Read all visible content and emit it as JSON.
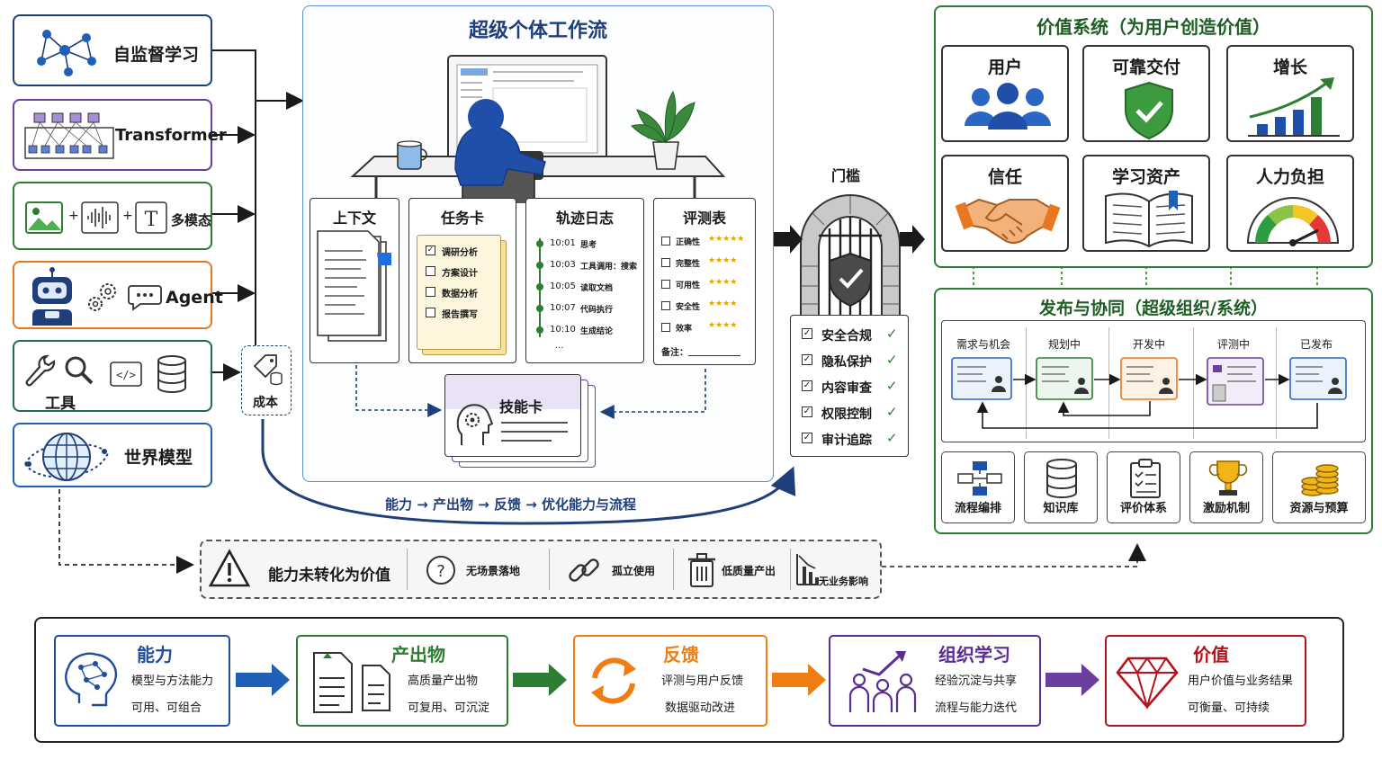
{
  "inputs": {
    "self_supervised": "自监督学习",
    "transformer": "Transformer",
    "multimodal": "多模态",
    "agent": "Agent",
    "tools": "工具",
    "world_model": "世界模型",
    "cost": "成本"
  },
  "workflow": {
    "title": "超级个体工作流",
    "context": {
      "title": "上下文"
    },
    "task_card": {
      "title": "任务卡",
      "items": [
        {
          "label": "调研分析",
          "checked": true
        },
        {
          "label": "方案设计",
          "checked": false
        },
        {
          "label": "数据分析",
          "checked": false
        },
        {
          "label": "报告撰写",
          "checked": false
        }
      ]
    },
    "trace_log": {
      "title": "轨迹日志",
      "entries": [
        {
          "time": "10:01",
          "text": "思考"
        },
        {
          "time": "10:03",
          "text": "工具调用：搜索"
        },
        {
          "time": "10:05",
          "text": "读取文档"
        },
        {
          "time": "10:07",
          "text": "代码执行"
        },
        {
          "time": "10:10",
          "text": "生成结论"
        }
      ],
      "more": "..."
    },
    "eval_table": {
      "title": "评测表",
      "rows": [
        {
          "label": "正确性",
          "stars": "★★★★★"
        },
        {
          "label": "完整性",
          "stars": "★★★★"
        },
        {
          "label": "可用性",
          "stars": "★★★★"
        },
        {
          "label": "安全性",
          "stars": "★★★★"
        },
        {
          "label": "效率",
          "stars": "★★★★"
        }
      ],
      "note": "备注："
    },
    "skill_card": {
      "title": "技能卡"
    },
    "loop_label": "能力 → 产出物 → 反馈 → 优化能力与流程"
  },
  "gate": {
    "title": "门槛",
    "checks": [
      "安全合规",
      "隐私保护",
      "内容审查",
      "权限控制",
      "审计追踪"
    ],
    "check_mark": "✓"
  },
  "value_system": {
    "title": "价值系统（为用户创造价值）",
    "cards": [
      "用户",
      "可靠交付",
      "增长",
      "信任",
      "学习资产",
      "人力负担"
    ]
  },
  "release": {
    "title": "发布与协同（超级组织/系统）",
    "stages": [
      "需求与机会",
      "规划中",
      "开发中",
      "评测中",
      "已发布"
    ],
    "tools": [
      "流程编排",
      "知识库",
      "评价体系",
      "激励机制",
      "资源与预算"
    ]
  },
  "risks": {
    "main": "能力未转化为价值",
    "items": [
      "无场景落地",
      "孤立使用",
      "低质量产出",
      "无业务影响"
    ]
  },
  "flow": [
    {
      "title": "能力",
      "line1": "模型与方法能力",
      "line2": "可用、可组合",
      "color": "#1f4e9c"
    },
    {
      "title": "产出物",
      "line1": "高质量产出物",
      "line2": "可复用、可沉淀",
      "color": "#2e7d32"
    },
    {
      "title": "反馈",
      "line1": "评测与用户反馈",
      "line2": "数据驱动改进",
      "color": "#ef7d12"
    },
    {
      "title": "组织学习",
      "line1": "经验沉淀与共享",
      "line2": "流程与能力迭代",
      "color": "#5b2d91"
    },
    {
      "title": "价值",
      "line1": "用户价值与业务结果",
      "line2": "可衡量、可持续",
      "color": "#b5121b"
    }
  ],
  "colors": {
    "navy": "#1f3f7a",
    "purple": "#6b3fa0",
    "green": "#2e7d32",
    "orange": "#e87722",
    "teal": "#1e6b5c",
    "blue": "#1f5fb5"
  }
}
